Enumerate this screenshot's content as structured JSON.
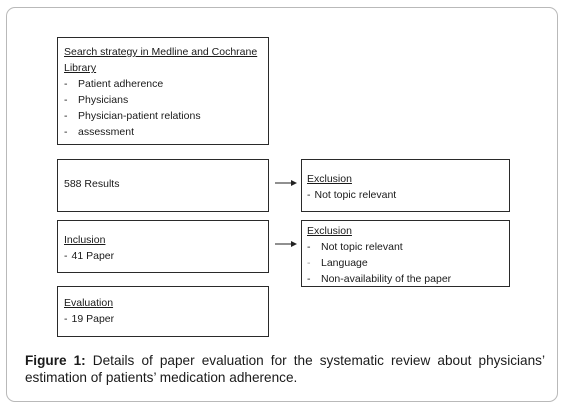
{
  "search_box": {
    "title": "Search strategy  in Medline and Cochrane Library",
    "items": [
      "Patient adherence",
      "Physicians",
      "Physician-patient relations",
      "assessment"
    ]
  },
  "results_box": {
    "text": "588 Results"
  },
  "exclusion_top": {
    "title": "Exclusion",
    "items": [
      "Not topic relevant"
    ]
  },
  "inclusion_box": {
    "title": "Inclusion",
    "items": [
      "41 Paper"
    ]
  },
  "exclusion_bottom": {
    "title": "Exclusion",
    "items": [
      "Not topic relevant",
      "Language",
      "Non-availability of the paper"
    ]
  },
  "evaluation_box": {
    "title": "Evaluation",
    "items": [
      "19 Paper"
    ]
  },
  "caption": {
    "label": "Figure 1:",
    "text": " Details of paper evaluation for the systematic review about physicians’ estimation of patients’ medication adherence."
  },
  "bullet_char": "-"
}
